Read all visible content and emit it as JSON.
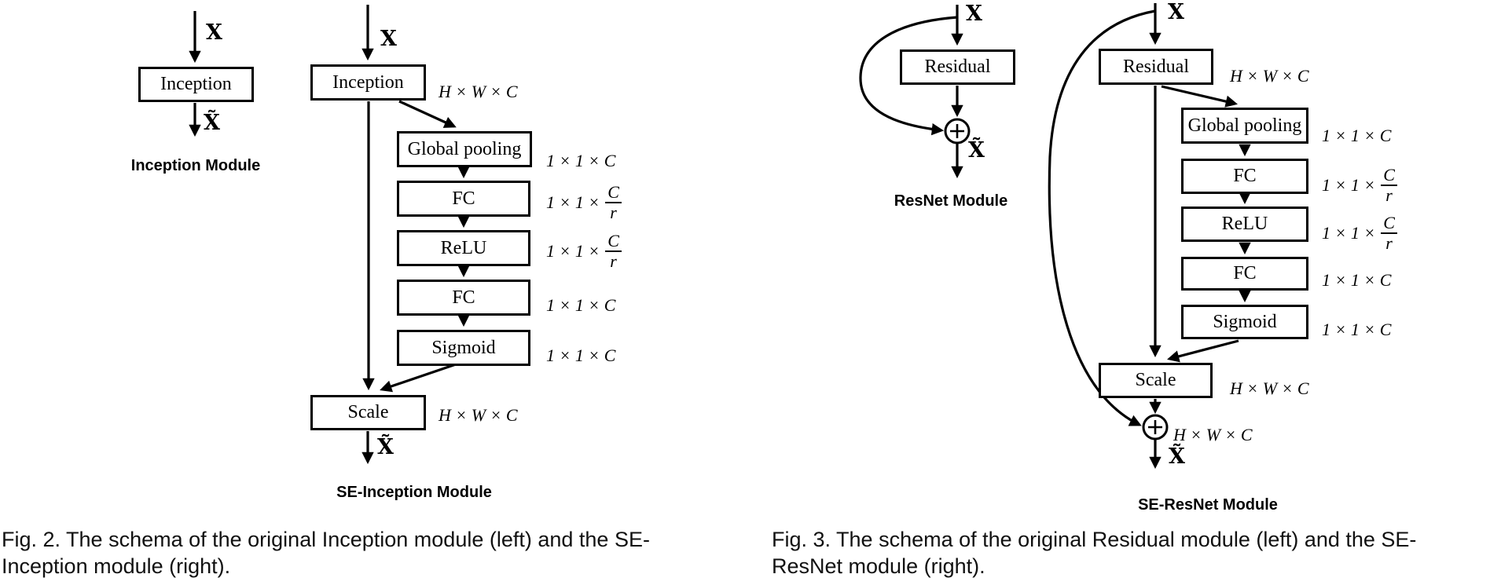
{
  "fig2": {
    "inception_module": {
      "input_label": "X",
      "box_label": "Inception",
      "output_label": "X̃",
      "title": "Inception Module"
    },
    "se_inception_module": {
      "input_label": "X",
      "main_box": "Inception",
      "main_dim": "H × W × C",
      "global_pooling": {
        "label": "Global pooling",
        "dim": "1 × 1 × C"
      },
      "fc1": {
        "label": "FC",
        "dim_pre": "1 × 1 ×",
        "dim_num": "C",
        "dim_den": "r"
      },
      "relu": {
        "label": "ReLU",
        "dim_pre": "1 × 1 ×",
        "dim_num": "C",
        "dim_den": "r"
      },
      "fc2": {
        "label": "FC",
        "dim": "1 × 1 × C"
      },
      "sigmoid": {
        "label": "Sigmoid",
        "dim": "1 × 1 × C"
      },
      "scale": {
        "label": "Scale",
        "dim": "H × W × C"
      },
      "output_label": "X̃",
      "title": "SE-Inception Module"
    },
    "caption": {
      "line1": "Fig. 2. The schema of the original Inception module (left) and the SE-",
      "line2": "Inception module (right)."
    }
  },
  "fig3": {
    "resnet_module": {
      "input_label": "X",
      "box_label": "Residual",
      "output_label": "X̃",
      "title": "ResNet Module"
    },
    "se_resnet_module": {
      "input_label": "X",
      "main_box": "Residual",
      "main_dim": "H × W × C",
      "global_pooling": {
        "label": "Global pooling",
        "dim": "1 × 1 × C"
      },
      "fc1": {
        "label": "FC",
        "dim_pre": "1 × 1 ×",
        "dim_num": "C",
        "dim_den": "r"
      },
      "relu": {
        "label": "ReLU",
        "dim_pre": "1 × 1 ×",
        "dim_num": "C",
        "dim_den": "r"
      },
      "fc2": {
        "label": "FC",
        "dim": "1 × 1 × C"
      },
      "sigmoid": {
        "label": "Sigmoid",
        "dim": "1 × 1 × C"
      },
      "scale": {
        "label": "Scale",
        "dim": "H × W × C"
      },
      "add_dim": "H × W × C",
      "output_label": "X̃",
      "title": "SE-ResNet Module"
    },
    "caption": {
      "line1": "Fig. 3. The schema of the original Residual module (left) and the SE-",
      "line2": "ResNet module (right)."
    }
  }
}
